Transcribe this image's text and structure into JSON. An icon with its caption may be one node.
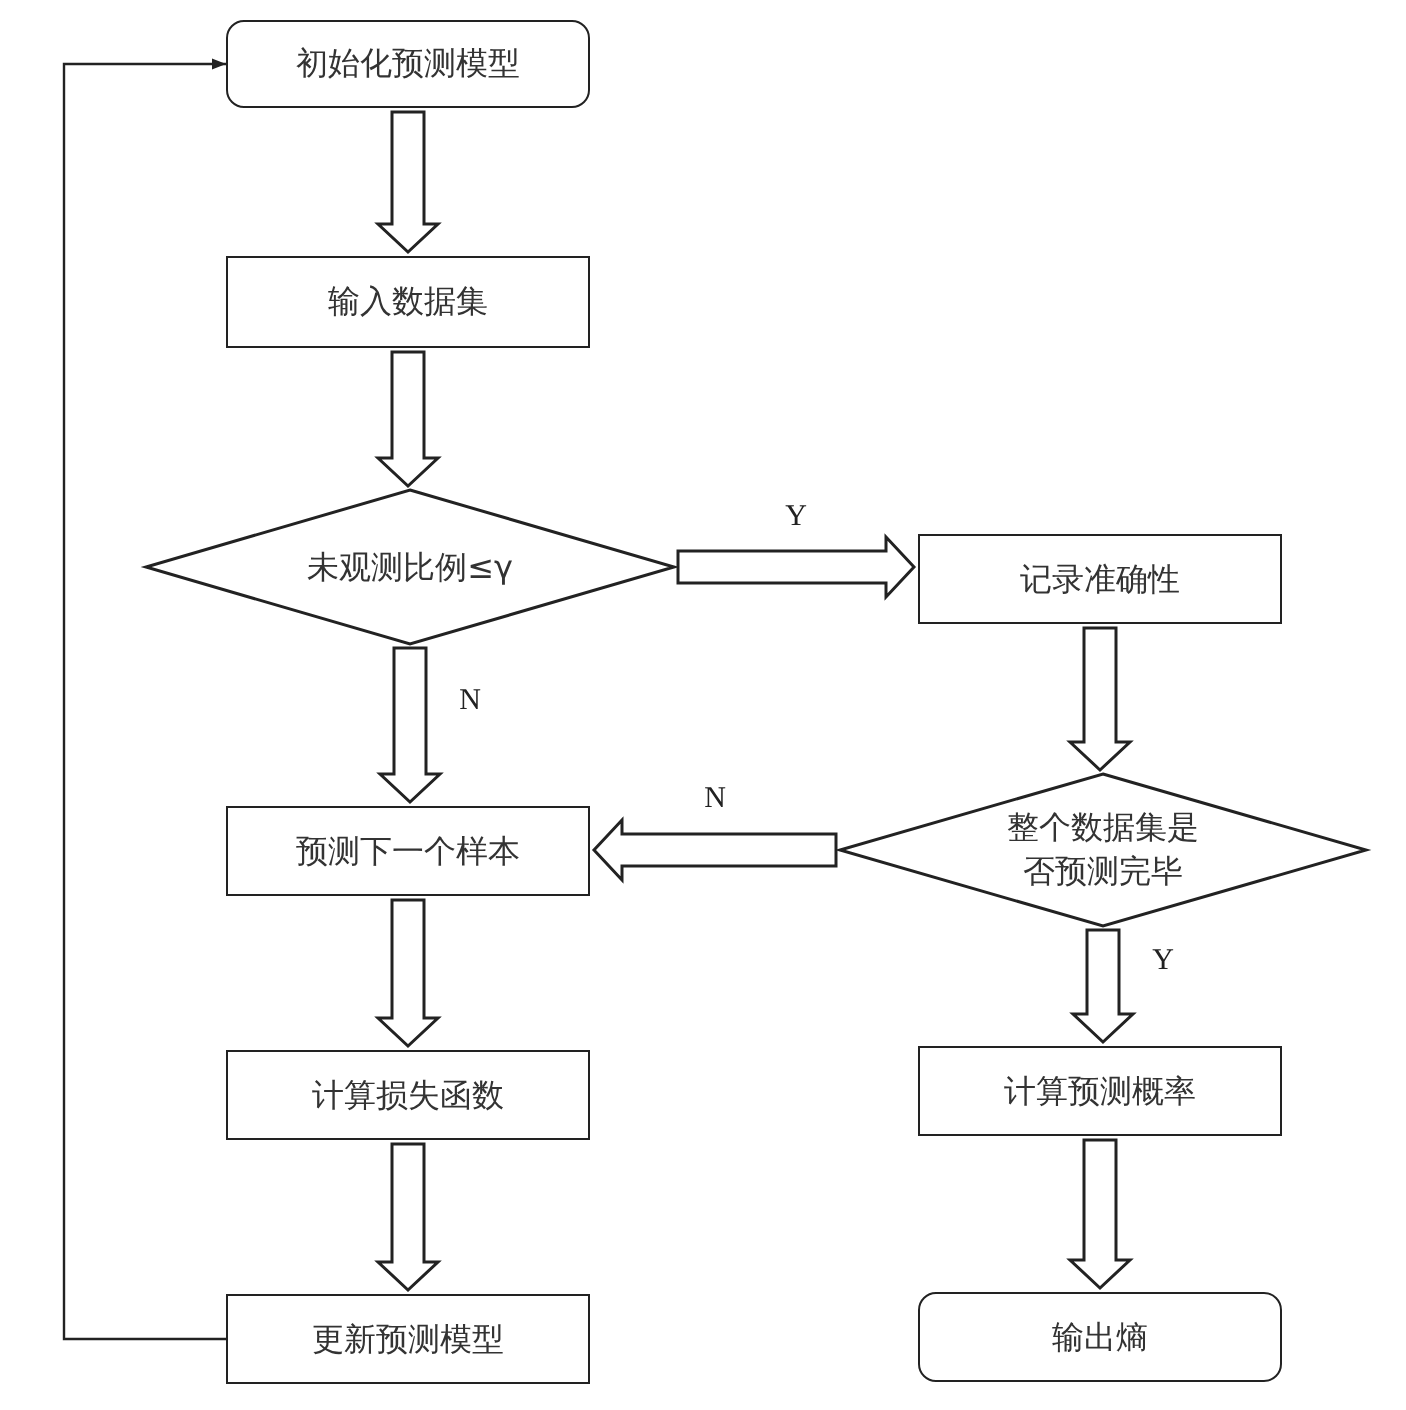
{
  "diagram": {
    "nodes": [
      {
        "text": [
          "初始化预测模型"
        ]
      },
      {
        "text": [
          "输入数据集"
        ]
      },
      {
        "text": [
          "未观测比例≤γ"
        ]
      },
      {
        "text": [
          "记录准确性"
        ]
      },
      {
        "text": [
          "整个数据集是否预测完毕"
        ]
      },
      {
        "text": [
          "预测下一个样本"
        ]
      },
      {
        "text": [
          "计算预测概率"
        ]
      },
      {
        "text": [
          "计算损失函数"
        ]
      },
      {
        "text": [
          "输出熵"
        ]
      },
      {
        "text": [
          "更新预测模型"
        ]
      }
    ],
    "edges": [
      {
        "from": 0,
        "to": 1,
        "arrow": "to",
        "style": "thick"
      },
      {
        "from": 1,
        "to": 2,
        "arrow": "to",
        "style": "thick"
      },
      {
        "from": 2,
        "to": 3,
        "arrow": "to",
        "style": "thick",
        "label": "Y"
      },
      {
        "from": 2,
        "to": 5,
        "arrow": "to",
        "style": "thick",
        "label": "N"
      },
      {
        "from": 3,
        "to": 4,
        "arrow": "to",
        "style": "thick"
      },
      {
        "from": 4,
        "to": 5,
        "arrow": "to",
        "style": "thick",
        "label": "N"
      },
      {
        "from": 4,
        "to": 6,
        "arrow": "to",
        "style": "thick",
        "label": "Y"
      },
      {
        "from": 5,
        "to": 7,
        "arrow": "to",
        "style": "thick"
      },
      {
        "from": 7,
        "to": 9,
        "arrow": "to",
        "style": "thick"
      },
      {
        "from": 6,
        "to": 8,
        "arrow": "to",
        "style": "thick"
      },
      {
        "from": 9,
        "to": 0,
        "arrow": "to"
      }
    ]
  }
}
